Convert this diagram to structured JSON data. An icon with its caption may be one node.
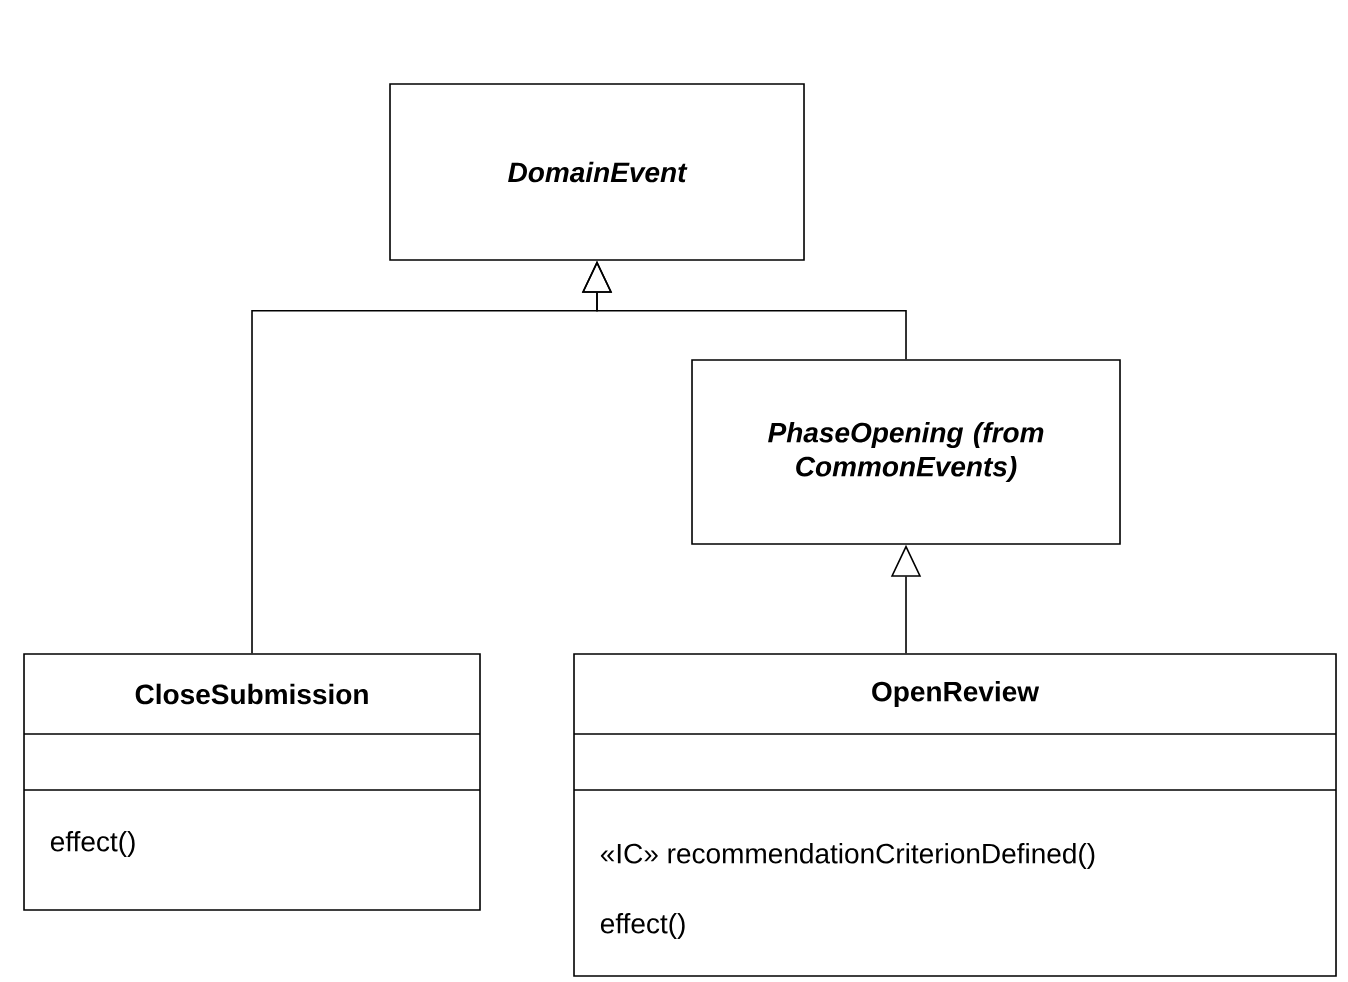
{
  "diagram": {
    "nodes": [
      {
        "text": [
          "DomainEvent"
        ]
      },
      {
        "text": [
          "CloseSubmission",
          "effect()"
        ]
      },
      {
        "text": [
          "PhaseOpening (from CommonEvents)"
        ]
      },
      {
        "text": [
          "OpenReview",
          "«IC» recommendationCriterionDefined()",
          "effect()"
        ]
      }
    ],
    "edges": [
      {
        "from": 1,
        "to": 0,
        "arrow": "to"
      },
      {
        "from": 2,
        "to": 0,
        "arrow": "to"
      },
      {
        "from": 3,
        "to": 2,
        "arrow": "to"
      }
    ]
  }
}
